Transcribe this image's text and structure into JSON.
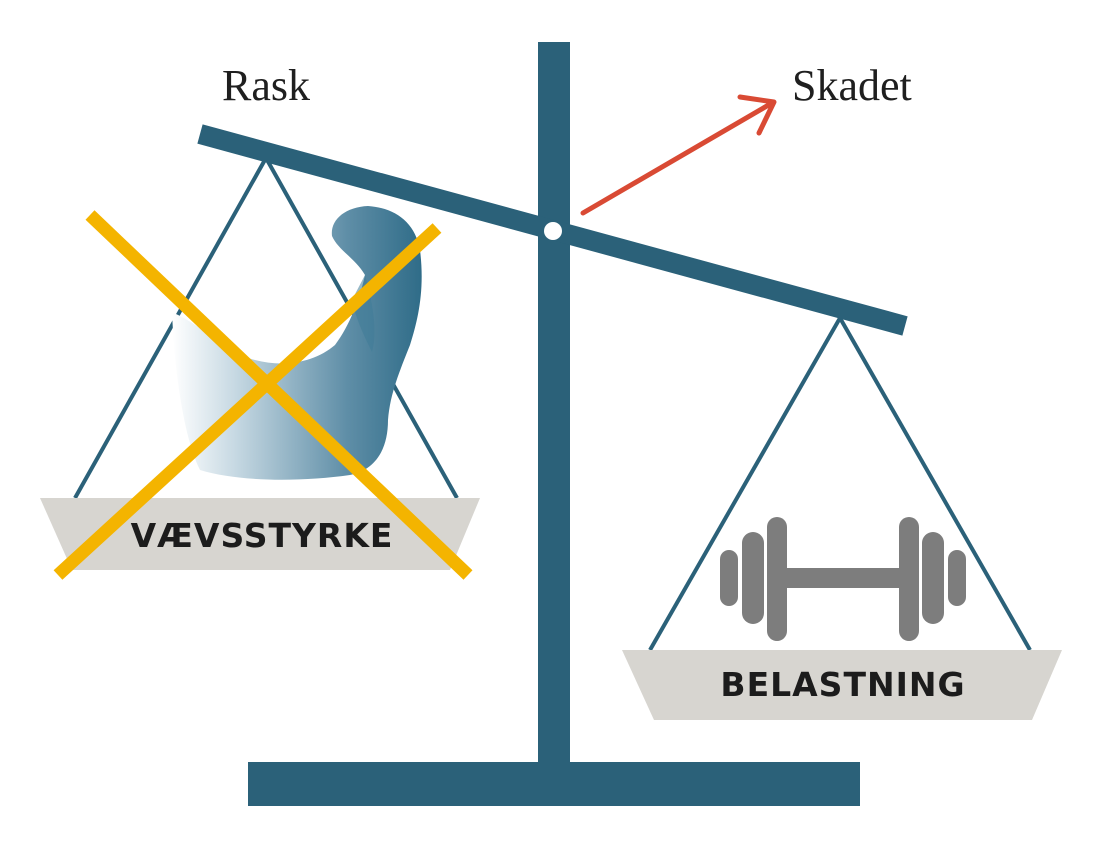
{
  "labels": {
    "left_top": "Rask",
    "right_top": "Skadet",
    "left_pan": "VÆVSSTYRKE",
    "right_pan": "BELASTNING"
  },
  "colors": {
    "scale": "#2b6179",
    "pan": "#d7d5d0",
    "cross": "#f4b400",
    "arrow": "#d94a34",
    "dumbbell": "#7d7d7d",
    "arm_dark": "#2f6c88"
  },
  "icons": {
    "left_pan_content": "flexed-arm-icon",
    "right_pan_content": "dumbbell-icon",
    "cross": "cross-out-icon",
    "direction": "arrow-up-right-icon"
  }
}
